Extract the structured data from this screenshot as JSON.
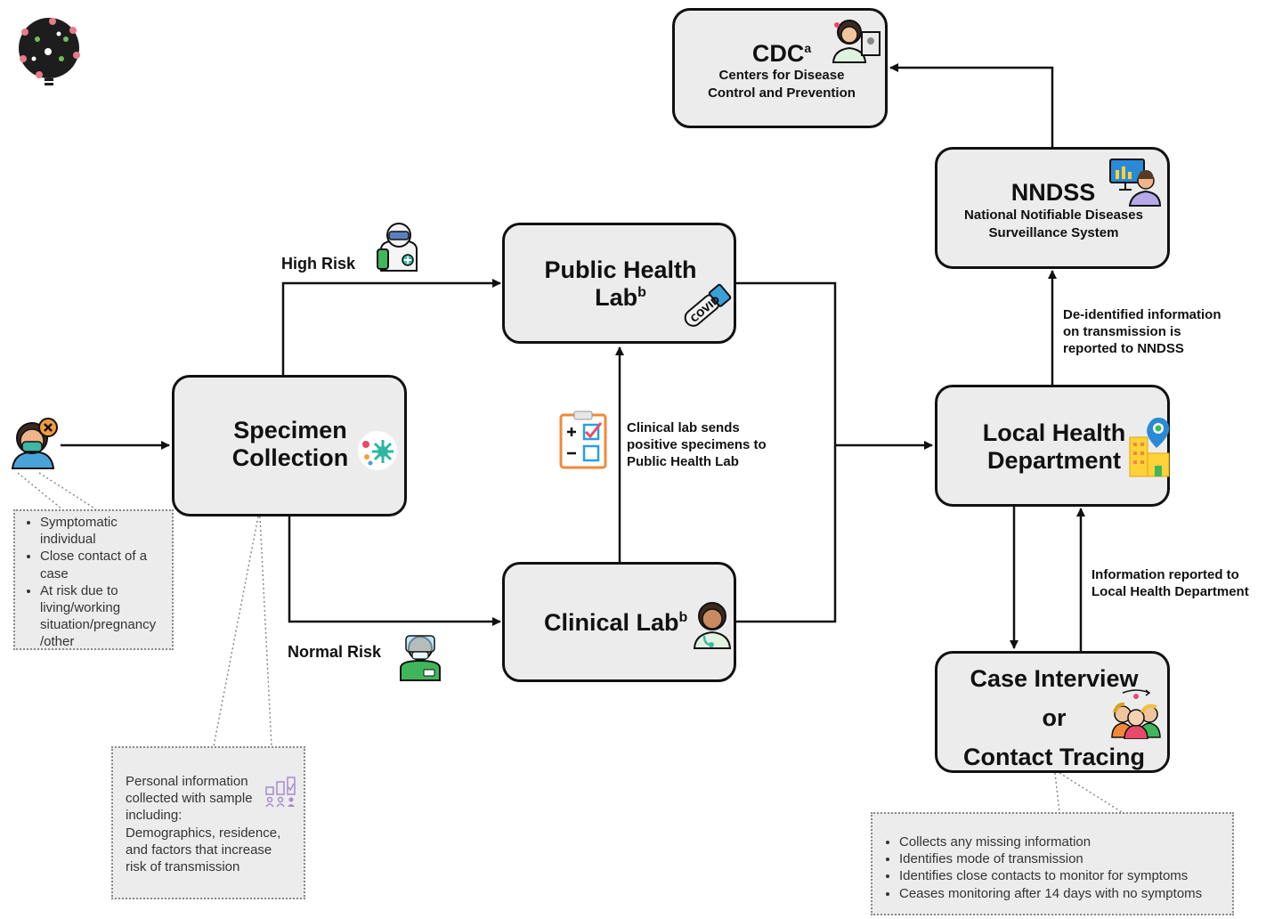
{
  "nodes": {
    "cdc": {
      "title": "CDC",
      "sup": "a",
      "subtitle_lines": [
        "Centers for Disease",
        "Control and Prevention"
      ]
    },
    "nndss": {
      "title": "NNDSS",
      "subtitle_lines": [
        "National Notifiable Diseases",
        "Surveillance System"
      ]
    },
    "public_lab": {
      "title_lines": [
        "Public Health",
        "Lab"
      ],
      "sup": "b"
    },
    "specimen": {
      "title_lines": [
        "Specimen",
        "Collection"
      ]
    },
    "clinical_lab": {
      "title": "Clinical Lab",
      "sup": "b"
    },
    "local_health": {
      "title_lines": [
        "Local Health",
        "Department"
      ]
    },
    "case_interview": {
      "title_lines": [
        "Case Interview",
        "or",
        "Contact Tracing"
      ]
    }
  },
  "edge_labels": {
    "high_risk": "High Risk",
    "normal_risk": "Normal Risk",
    "clinical_sends": [
      "Clinical lab sends",
      "positive specimens to",
      "Public Health Lab"
    ],
    "deidentified": [
      "De-identified information",
      "on transmission is",
      "reported to NNDSS"
    ],
    "info_reported": [
      "Information reported to",
      "Local Health Department"
    ]
  },
  "notes": {
    "individual": [
      "Symptomatic individual",
      "Close contact of a case",
      "At risk due to living/working situation/pregnancy /other"
    ],
    "personal_info": [
      "Personal information",
      "collected with sample",
      "including:",
      "Demographics, residence,",
      "and factors that increase",
      "risk of transmission"
    ],
    "case_interview": [
      "Collects any missing information",
      "Identifies mode of transmission",
      "Identifies close contacts to monitor for symptoms",
      "Ceases monitoring after 14 days with no symptoms"
    ]
  },
  "icons": {
    "logo": "virus-logo-icon",
    "patient": "masked-person-icon",
    "specimen": "specimen-swab-icon",
    "public_lab": "covid-test-tube-icon",
    "high_risk": "hazmat-worker-icon",
    "normal_risk": "healthcare-worker-icon",
    "clinical_lab": "lab-worker-icon",
    "clipboard": "checklist-clipboard-icon",
    "cdc": "doctor-icon",
    "nndss": "analyst-icon",
    "local_health": "hospital-location-icon",
    "case_interview": "family-group-icon",
    "personal_info": "demographics-icon"
  },
  "colors": {
    "box_fill": "#ececec",
    "box_border": "#111111",
    "note_fill": "#ececec",
    "note_border": "#8a8a8a"
  }
}
